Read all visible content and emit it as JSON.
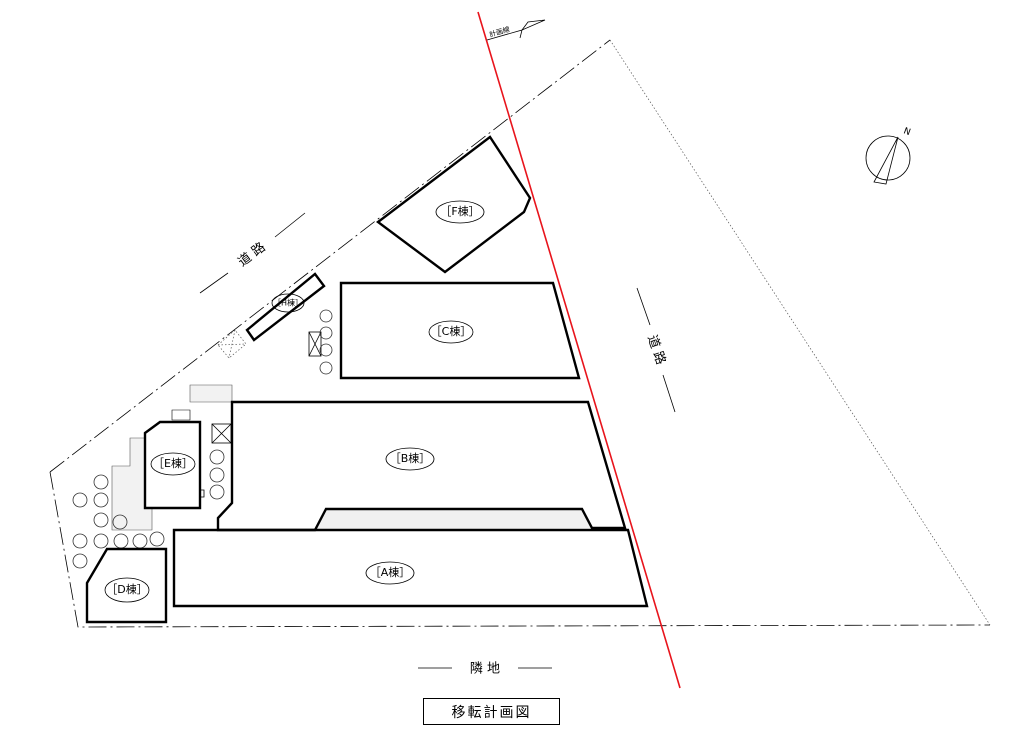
{
  "title": "移転計画図",
  "plan_line_label": "計画線",
  "north_label": "N",
  "roads": {
    "northwest": "道 路",
    "east": "道 路"
  },
  "neighbor_label": "隣 地",
  "buildings": {
    "A": "［A棟］",
    "B": "［B棟］",
    "C": "［C棟］",
    "D": "［D棟］",
    "E": "［E棟］",
    "F": "［F棟］",
    "H": "［H棟］"
  },
  "colors": {
    "plan_line": "#e8141c",
    "building": "#000000"
  }
}
